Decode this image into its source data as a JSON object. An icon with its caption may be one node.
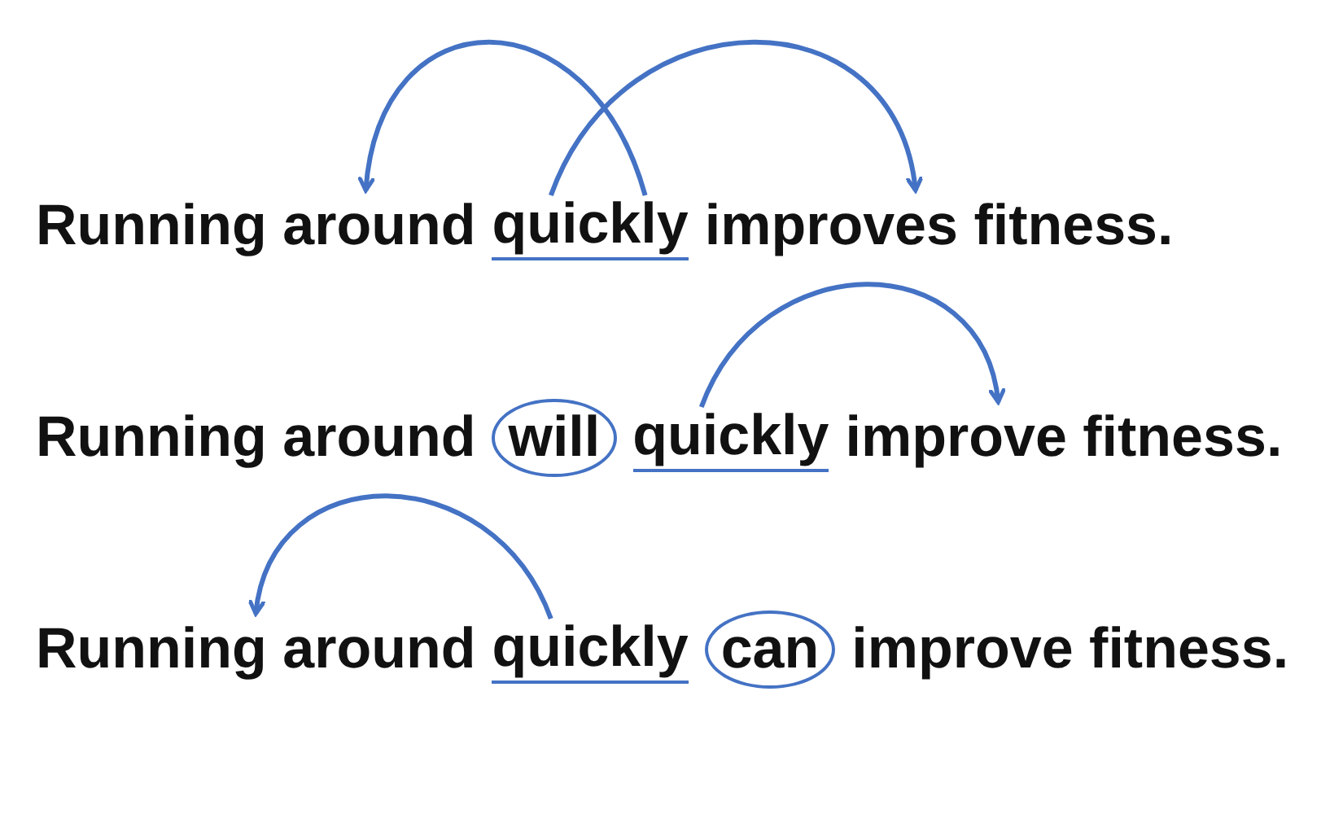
{
  "diagram": {
    "nodes": [
      {
        "text": [
          "Running around"
        ]
      },
      {
        "text": [
          "quickly"
        ]
      },
      {
        "text": [
          "improves fitness."
        ]
      },
      {
        "text": [
          "Running around"
        ]
      },
      {
        "text": [
          "will"
        ]
      },
      {
        "text": [
          "quickly"
        ]
      },
      {
        "text": [
          "improve fitness."
        ]
      },
      {
        "text": [
          "Running around"
        ]
      },
      {
        "text": [
          "quickly"
        ]
      },
      {
        "text": [
          "can"
        ]
      },
      {
        "text": [
          "improve fitness."
        ]
      }
    ],
    "edges": [
      {
        "from": 1,
        "to": 0,
        "arrow": "to"
      },
      {
        "from": 1,
        "to": 2,
        "arrow": "to"
      },
      {
        "from": 5,
        "to": 6,
        "arrow": "to"
      },
      {
        "from": 8,
        "to": 7,
        "arrow": "to"
      }
    ]
  }
}
